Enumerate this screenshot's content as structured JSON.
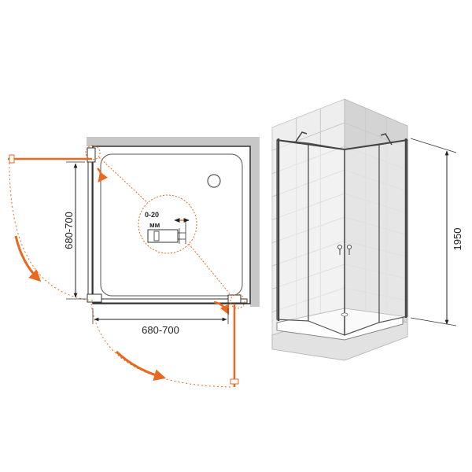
{
  "plan": {
    "width_label": "680-700",
    "depth_label": "680-700",
    "adjust_label": "0-20",
    "adjust_unit": "мм"
  },
  "elevation": {
    "height_label": "1950"
  },
  "colors": {
    "door_accent": "#e8691f",
    "wall_gray": "#c7c7c7",
    "line": "#333333",
    "tile": "#eeeeee",
    "tile_shadow": "#d4d4d4",
    "base": "#e2e2e2"
  }
}
